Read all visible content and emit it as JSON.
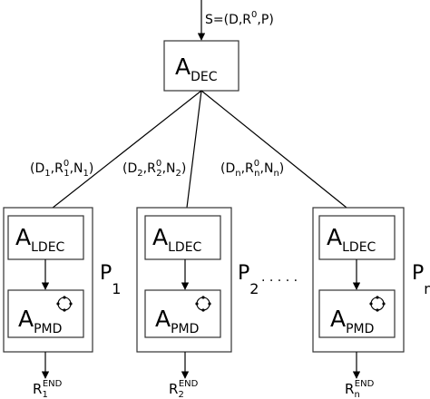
{
  "input": {
    "base": "S=(D,R",
    "sup": "0",
    "tail": ",P)"
  },
  "dec": {
    "main": "A",
    "sub": "DEC"
  },
  "ldec": {
    "main": "A",
    "sub": "LDEC"
  },
  "pmd": {
    "main": "A",
    "sub": "PMD"
  },
  "edge_labels": [
    {
      "a": "(D",
      "s1": "1",
      "b": ",R",
      "sup": "0",
      "s2": "1",
      "c": ",N",
      "s3": "1",
      "d": ")"
    },
    {
      "a": "(D",
      "s1": "2",
      "b": ",R",
      "sup": "0",
      "s2": "2",
      "c": ",N",
      "s3": "2",
      "d": ")"
    },
    {
      "a": "(D",
      "s1": "n",
      "b": ",R",
      "sup": "0",
      "s2": "n",
      "c": ",N",
      "s3": "n",
      "d": ")"
    }
  ],
  "processors": [
    {
      "main": "P",
      "sub": "1"
    },
    {
      "main": "P",
      "sub": "2"
    },
    {
      "main": "P",
      "sub": "n"
    }
  ],
  "ellipsis": ". . . . .",
  "outputs": [
    {
      "main": "R",
      "sub": "1",
      "sup": "END"
    },
    {
      "main": "R",
      "sub": "2",
      "sup": "END"
    },
    {
      "main": "R",
      "sub": "n",
      "sup": "END"
    }
  ]
}
